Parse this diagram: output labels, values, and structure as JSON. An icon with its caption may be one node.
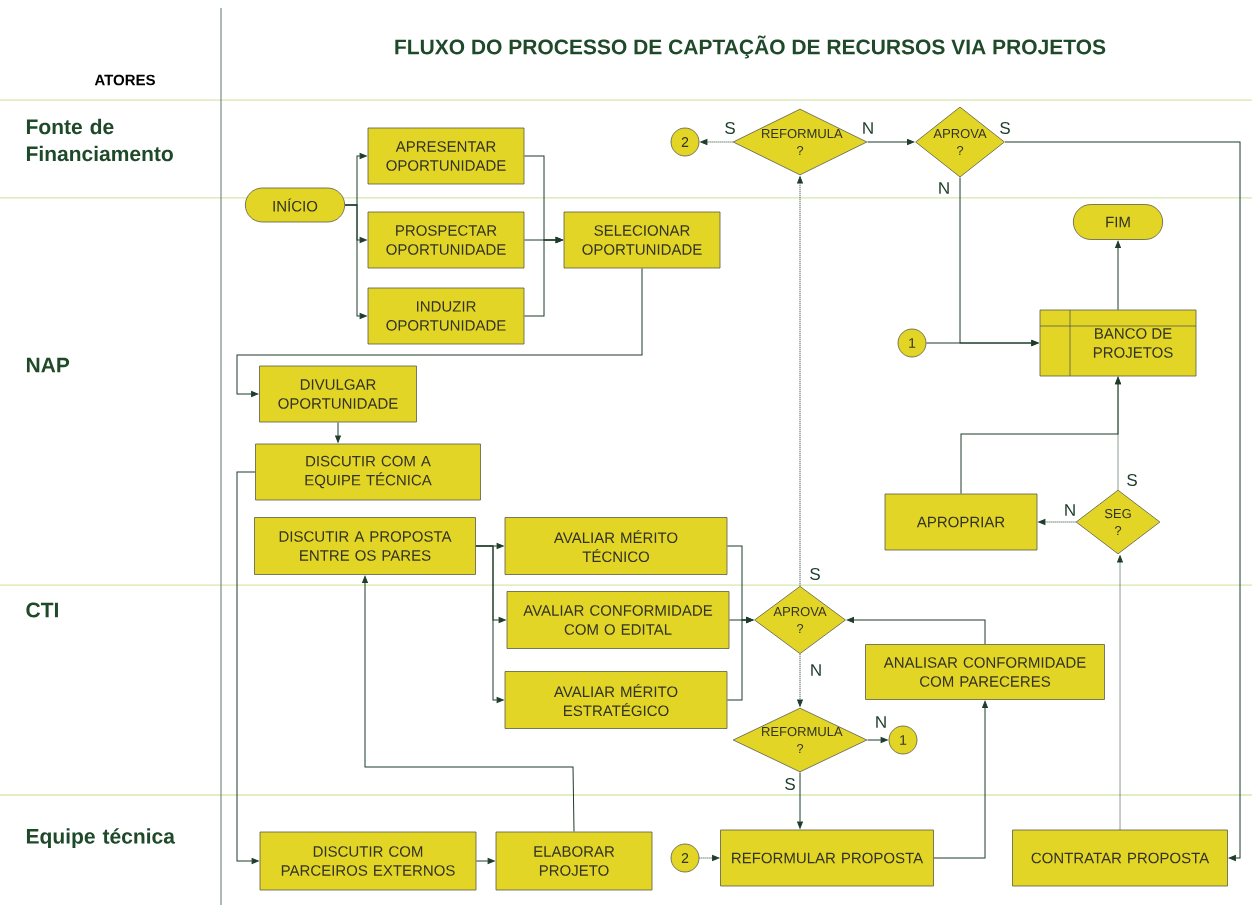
{
  "diagram": {
    "title": "FLUXO DO PROCESSO DE CAPTAÇÃO DE RECURSOS VIA PROJETOS",
    "nodes": [
      {
        "text": [
          "INÍCIO"
        ]
      },
      {
        "text": [
          "APRESENTAR OPORTUNIDADE"
        ]
      },
      {
        "text": [
          "PROSPECTAR OPORTUNIDADE"
        ]
      },
      {
        "text": [
          "INDUZIR OPORTUNIDADE"
        ]
      },
      {
        "text": [
          "SELECIONAR OPORTUNIDADE"
        ]
      },
      {
        "text": [
          "DIVULGAR OPORTUNIDADE"
        ]
      },
      {
        "text": [
          "DISCUTIR COM A EQUIPE TÉCNICA"
        ]
      },
      {
        "text": [
          "DISCUTIR A PROPOSTA ENTRE OS PARES"
        ]
      },
      {
        "text": [
          "AVALIAR MÉRITO TÉCNICO"
        ]
      },
      {
        "text": [
          "AVALIAR CONFORMIDADE COM O EDITAL"
        ]
      },
      {
        "text": [
          "AVALIAR MÉRITO ESTRATÉGICO"
        ]
      },
      {
        "text": [
          "APROVA ?"
        ]
      },
      {
        "text": [
          "REFORMULA ?"
        ]
      },
      {
        "text": [
          "1"
        ]
      },
      {
        "text": [
          "ANALISAR CONFORMIDADE COM PARECERES"
        ]
      },
      {
        "text": [
          "REFORMULA ?"
        ]
      },
      {
        "text": [
          "2"
        ]
      },
      {
        "text": [
          "APROVA ?"
        ]
      },
      {
        "text": [
          "FIM"
        ]
      },
      {
        "text": [
          "1"
        ]
      },
      {
        "text": [
          "BANCO DE PROJETOS"
        ]
      },
      {
        "text": [
          "APROPRIAR"
        ]
      },
      {
        "text": [
          "SEG ?"
        ]
      },
      {
        "text": [
          "DISCUTIR COM PARCEIROS EXTERNOS"
        ]
      },
      {
        "text": [
          "ELABORAR PROJETO"
        ]
      },
      {
        "text": [
          "2"
        ]
      },
      {
        "text": [
          "REFORMULAR PROPOSTA"
        ]
      },
      {
        "text": [
          "CONTRATAR PROPOSTA"
        ]
      }
    ],
    "edges": [
      {
        "from": 0,
        "to": 1,
        "arrow": "to"
      },
      {
        "from": 0,
        "to": 2,
        "arrow": "to"
      },
      {
        "from": 0,
        "to": 3,
        "arrow": "to"
      },
      {
        "from": 1,
        "to": 4,
        "arrow": "to"
      },
      {
        "from": 2,
        "to": 4,
        "arrow": "to"
      },
      {
        "from": 3,
        "to": 4,
        "arrow": "to"
      },
      {
        "from": 4,
        "to": 5,
        "arrow": "to"
      },
      {
        "from": 5,
        "to": 6,
        "arrow": "to"
      },
      {
        "from": 6,
        "to": 23,
        "arrow": "to"
      },
      {
        "from": 23,
        "to": 24,
        "arrow": "to"
      },
      {
        "from": 24,
        "to": 7,
        "arrow": "to"
      },
      {
        "from": 7,
        "to": 8,
        "arrow": "to"
      },
      {
        "from": 7,
        "to": 9,
        "arrow": "to"
      },
      {
        "from": 7,
        "to": 10,
        "arrow": "to"
      },
      {
        "from": 8,
        "to": 11,
        "arrow": "to"
      },
      {
        "from": 9,
        "to": 11,
        "arrow": "to"
      },
      {
        "from": 10,
        "to": 11,
        "arrow": "to"
      },
      {
        "from": 11,
        "to": 15,
        "arrow": "to",
        "label": "S",
        "style": "dashed"
      },
      {
        "from": 11,
        "to": 12,
        "arrow": "to",
        "label": "N",
        "style": "dashed"
      },
      {
        "from": 12,
        "to": 13,
        "arrow": "to",
        "label": "N"
      },
      {
        "from": 12,
        "to": 26,
        "arrow": "to",
        "label": "S"
      },
      {
        "from": 25,
        "to": 26,
        "arrow": "to",
        "style": "dashed"
      },
      {
        "from": 26,
        "to": 14,
        "arrow": "to"
      },
      {
        "from": 14,
        "to": 11,
        "arrow": "to"
      },
      {
        "from": 15,
        "to": 16,
        "arrow": "to",
        "label": "S",
        "style": "dashed"
      },
      {
        "from": 15,
        "to": 17,
        "arrow": "to",
        "label": "N"
      },
      {
        "from": 17,
        "to": 27,
        "arrow": "to",
        "label": "S"
      },
      {
        "from": 17,
        "to": 20,
        "arrow": "to",
        "label": "N"
      },
      {
        "from": 19,
        "to": 20,
        "arrow": "to"
      },
      {
        "from": 20,
        "to": 18,
        "arrow": "to"
      },
      {
        "from": 27,
        "to": 22,
        "arrow": "to",
        "style": "dashed"
      },
      {
        "from": 22,
        "to": 21,
        "arrow": "to",
        "label": "N",
        "style": "dashed"
      },
      {
        "from": 22,
        "to": 20,
        "arrow": "to",
        "label": "S",
        "style": "dashed"
      },
      {
        "from": 21,
        "to": 20,
        "arrow": "to"
      }
    ],
    "labels": [
      "ATORES",
      "Fonte de Financiamento",
      "NAP",
      "CTI",
      "Equipe técnica"
    ]
  }
}
